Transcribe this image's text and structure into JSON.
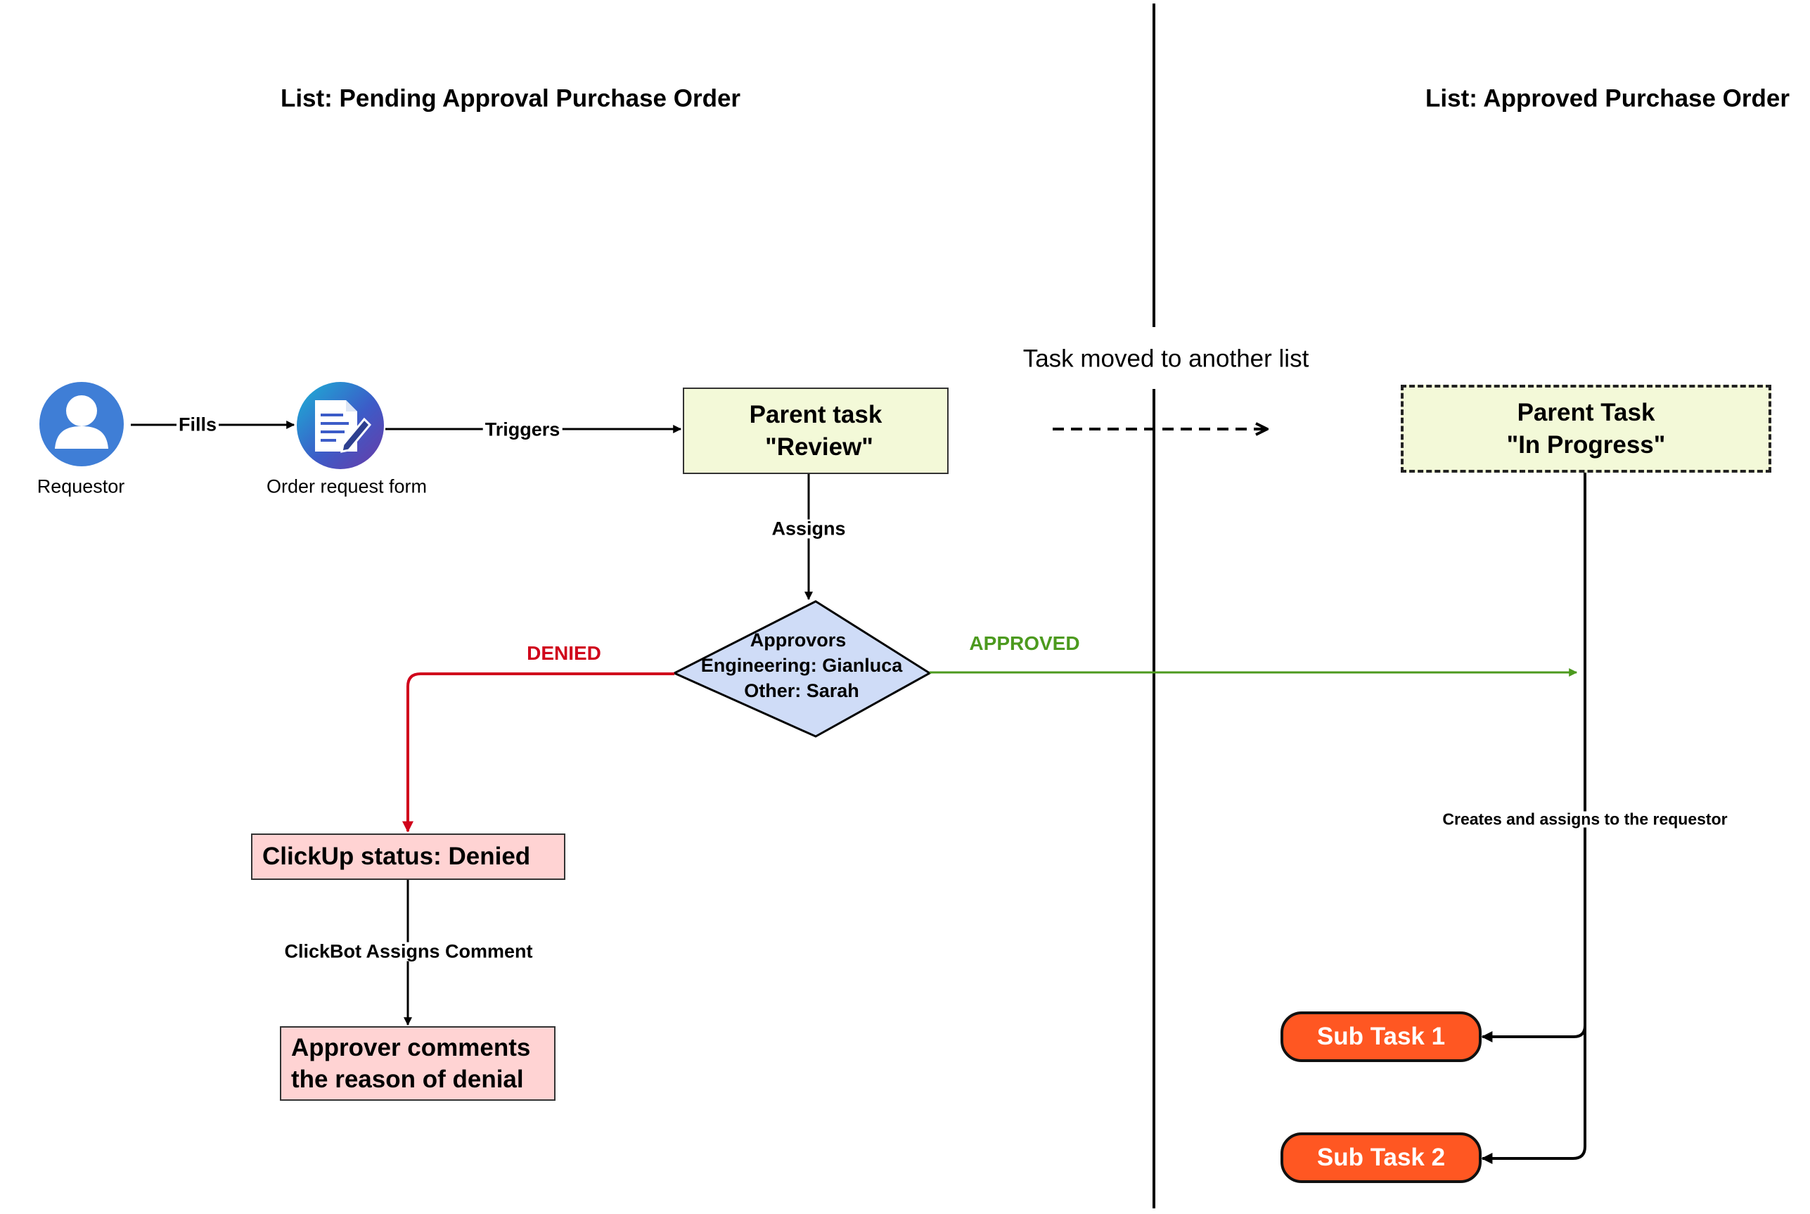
{
  "lanes": {
    "left_title": "List: Pending Approval Purchase Order",
    "right_title": "List: Approved Purchase Order"
  },
  "nodes": {
    "requestor": "Requestor",
    "order_form": "Order request form",
    "parent_review": {
      "line1": "Parent task",
      "line2": "\"Review\""
    },
    "approvers": {
      "line1": "Approvors",
      "line2": "Engineering: Gianluca",
      "line3": "Other: Sarah"
    },
    "denied_status": "ClickUp status: Denied",
    "approver_comments": {
      "line1": "Approver comments",
      "line2": "the reason of denial"
    },
    "parent_in_progress": {
      "line1": "Parent Task",
      "line2": "\"In Progress\""
    },
    "sub_task_1": "Sub Task 1",
    "sub_task_2": "Sub Task 2"
  },
  "edges": {
    "fills": "Fills",
    "triggers": "Triggers",
    "assigns": "Assigns",
    "denied": "DENIED",
    "approved": "APPROVED",
    "clickbot": "ClickBot Assigns Comment",
    "moved": "Task moved to another list",
    "creates": "Creates and assigns to the requestor"
  },
  "colors": {
    "denied": "#d0021b",
    "approved": "#4c9a1e",
    "task_fill": "#f3f9d8",
    "decision_fill": "#cfdcf7",
    "denied_fill": "#ffd3d3",
    "subtask_fill": "#ff5722",
    "avatar_blue": "#3f7ed6"
  },
  "icons": {
    "requestor": "user-avatar-icon",
    "order_form": "document-edit-icon"
  }
}
